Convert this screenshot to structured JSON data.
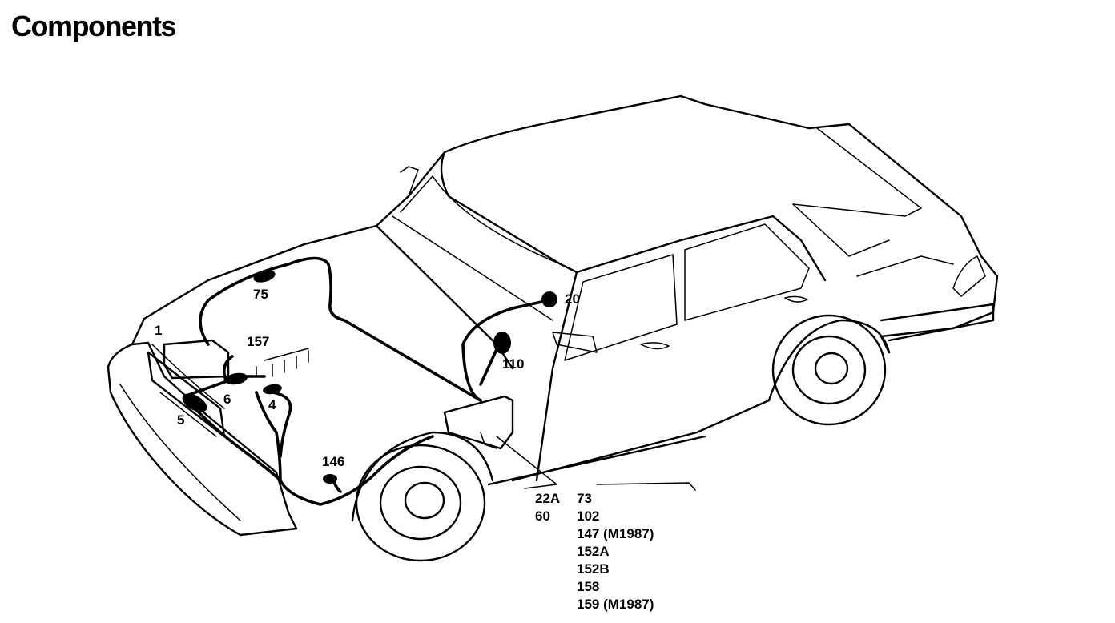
{
  "heading": "Components",
  "callouts": {
    "c1": "1",
    "c75": "75",
    "c157": "157",
    "c6": "6",
    "c4": "4",
    "c5": "5",
    "c146": "146",
    "c20": "20",
    "c110": "110"
  },
  "legend": {
    "left_column": [
      "22A",
      "60"
    ],
    "right_column": [
      "73",
      "102",
      "147 (M1987)",
      "152A",
      "152B",
      "158",
      "159 (M1987)"
    ]
  }
}
